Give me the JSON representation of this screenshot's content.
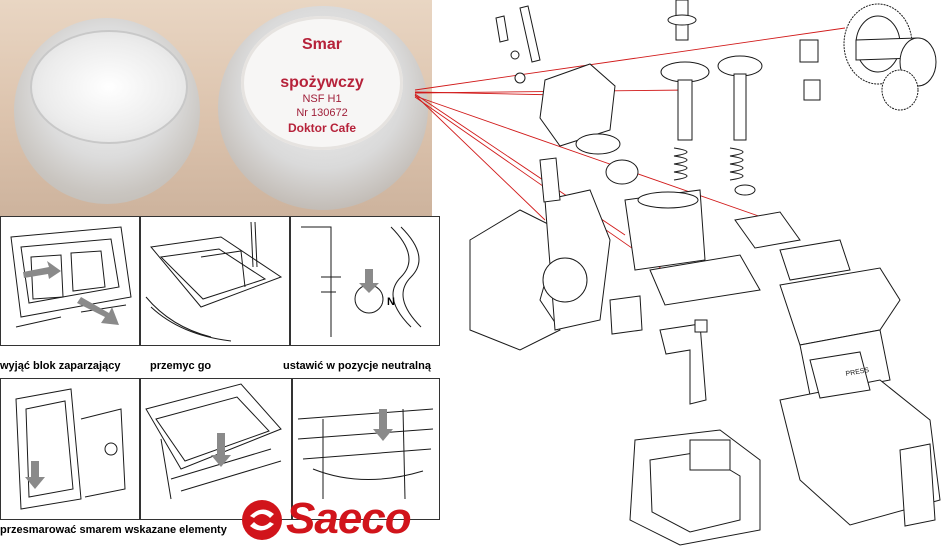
{
  "product_label": {
    "line1": "Smar",
    "line2": "spożywczy",
    "line3": "NSF H1",
    "line4": "Nr 130672",
    "line5": "Doktor Cafe"
  },
  "steps": [
    {
      "caption": "wyjąć blok zaparzający"
    },
    {
      "caption": "przemyc go"
    },
    {
      "caption": "ustawić w pozycje neutralną"
    },
    {
      "caption": "przesmarować smarem wskazane elementy"
    }
  ],
  "neutral_marker": "N",
  "brand": {
    "name": "Saeco",
    "color": "#d1141b"
  },
  "part_stamp": "PRESS",
  "colors": {
    "leader_lines": "#d11a1a",
    "drawing": "#1a1a1a"
  }
}
